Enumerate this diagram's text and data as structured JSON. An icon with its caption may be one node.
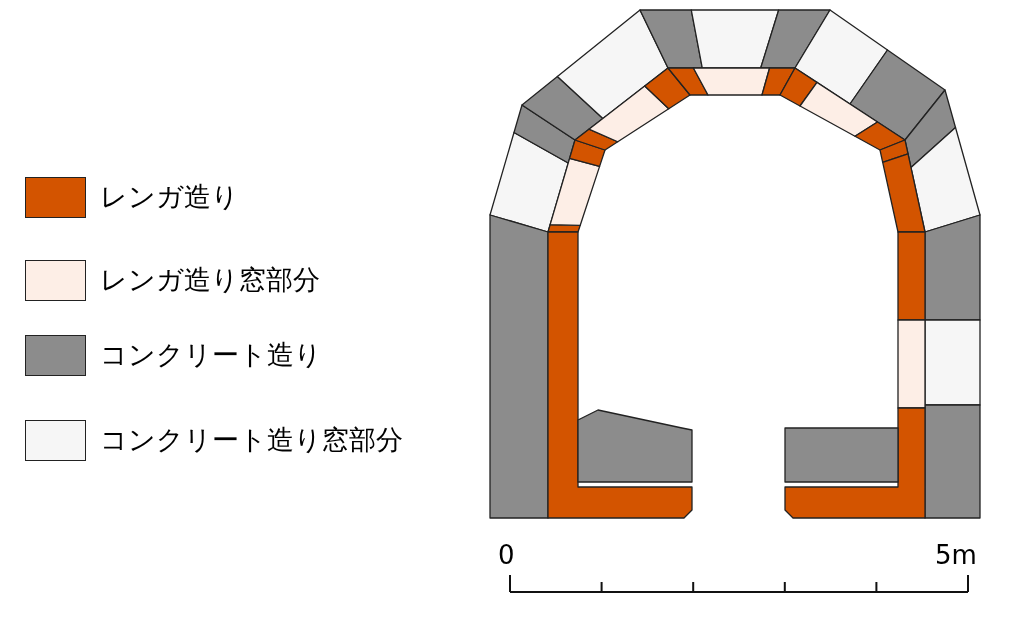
{
  "diagram": {
    "labels": [
      "0",
      "5m"
    ],
    "legend": [
      {
        "text": "レンガ造り",
        "color": "#d35400"
      },
      {
        "text": "レンガ造り窓部分",
        "color": "#fdeee6"
      },
      {
        "text": "コンクリート造り",
        "color": "#8c8c8c"
      },
      {
        "text": "コンクリート造り窓部分",
        "color": "#f6f6f6"
      }
    ]
  }
}
